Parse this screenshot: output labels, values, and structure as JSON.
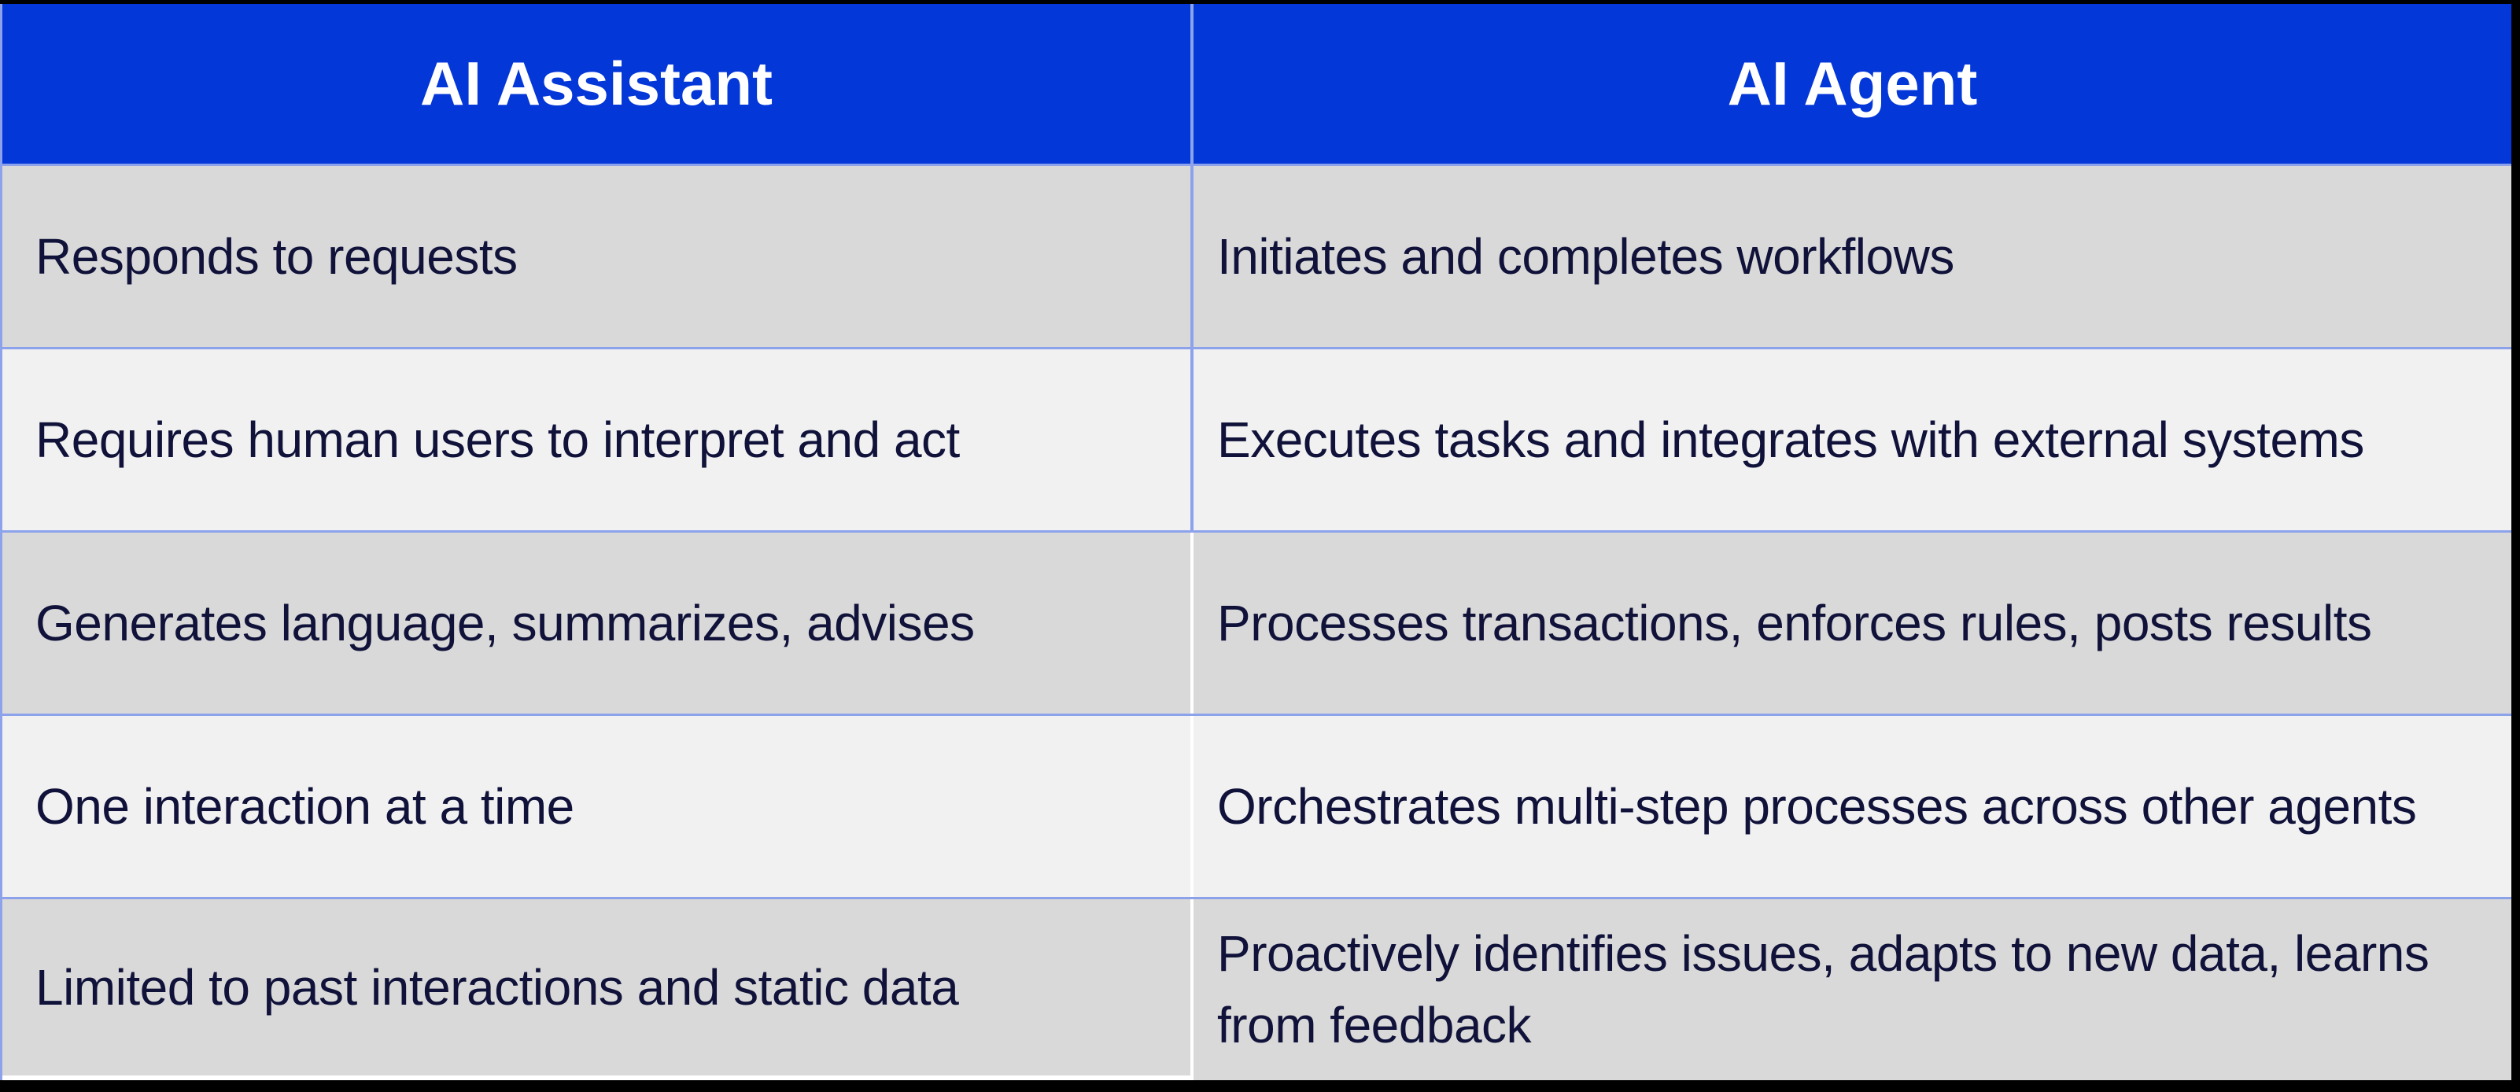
{
  "chart_data": {
    "type": "table",
    "title": "",
    "columns": [
      "AI Assistant",
      "AI Agent"
    ],
    "rows": [
      [
        "Responds to requests",
        "Initiates and completes workflows"
      ],
      [
        "Requires human users to interpret and act",
        "Executes tasks and integrates with external systems"
      ],
      [
        "Generates language, summarizes, advises",
        "Processes transactions, enforces rules, posts results"
      ],
      [
        "One interaction at a time",
        "Orchestrates multi-step processes across other agents"
      ],
      [
        "Limited to past interactions and static data",
        "Proactively identifies issues, adapts to new data, learns from feedback"
      ]
    ],
    "layout_hints": {
      "header_position": "top",
      "grid": "on",
      "row_striping": "alternating gray"
    }
  },
  "colors": {
    "header_bg": "#0437d7",
    "header_text": "#ffffff",
    "row_dark_bg": "#d9d9d9",
    "row_light_bg": "#f1f1f2",
    "cell_text": "#10123a",
    "grid_line": "#8ca3ec",
    "frame": "#000000",
    "bottom_edge": "#ffffff"
  }
}
